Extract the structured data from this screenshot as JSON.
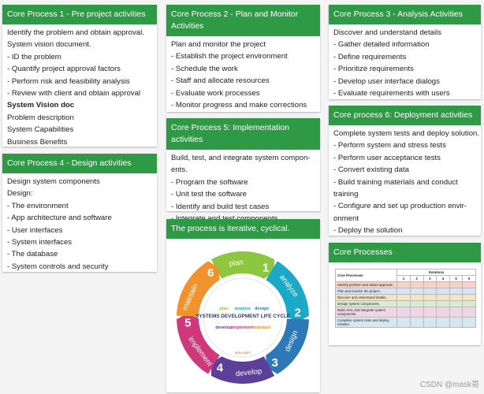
{
  "cards": {
    "c1": {
      "title": "Core Process 1 - Pre project activities",
      "lines": [
        "Identify the problem and obtain approval.",
        "System vision document.",
        "- ID the problem",
        "- Quantify project approval factors",
        "- Perform risk and feasibility analysis",
        "- Review with client and obtain approval",
        "System Vision doc",
        "Problem description",
        "System Capabilities",
        "Business Benefits"
      ]
    },
    "c2": {
      "title1": "Core Process 2 - Plan and Monitor",
      "title2": "Activities",
      "lines": [
        "Plan and monitor the project",
        "- Establish the project environment",
        "- Schedule the work",
        "- Staff and allocate resources",
        "- Evaluate work processes",
        "- Monitor progress and make corrections"
      ]
    },
    "c3": {
      "title": "Core Process 3 - Analysis Activities",
      "lines": [
        "Discover and understand details",
        "- Gather detailed information",
        "- Define requirements",
        "- Prioritize requirements",
        "- Develop user interface dialogs",
        "- Evaluate requirements with users"
      ]
    },
    "c4": {
      "title": "Core Process 4 - Design activities",
      "lines": [
        "Design system components",
        "Design:",
        "- The environment",
        "- App architecture and software",
        "- User interfaces",
        "- System interfaces",
        "- The database",
        "- System controls and security"
      ]
    },
    "c5": {
      "title": "Core Process 5: Implementation activities",
      "lines": [
        "Build, test, and integrate system compon-",
        "ents.",
        "- Program the software",
        "- Unit test the software",
        "- Identify and build test cases",
        "- Integrate and test components"
      ]
    },
    "c6": {
      "title": "Core process 6: Deployment activities",
      "lines": [
        "Complete system tests and deploy solution.",
        "- Perform system and stress tests",
        "- Perform user acceptance tests",
        "- Convert existing data",
        "- Build training materials and conduct",
        "training",
        "- Configure and set up production envir-",
        "onment",
        "- Deploy the solution"
      ]
    },
    "iter": {
      "title": "The process is iterative, cyclical."
    },
    "cp": {
      "title": "Core Processes"
    }
  },
  "cycle": {
    "center_title": "SYSTEMS DEVELOPMENT LIFE CYCLE",
    "brand": "INTELLISOFT",
    "segments": [
      {
        "num": "1",
        "label": "plan",
        "color": "#8dc63f"
      },
      {
        "num": "2",
        "label": "analyze",
        "color": "#1aa9c7"
      },
      {
        "num": "3",
        "label": "design",
        "color": "#2d79b8"
      },
      {
        "num": "4",
        "label": "develop",
        "color": "#5b3f98"
      },
      {
        "num": "5",
        "label": "implement",
        "color": "#d1387a"
      },
      {
        "num": "6",
        "label": "maintain",
        "color": "#f0932b"
      }
    ],
    "inner_labels": [
      "plan",
      "analyze",
      "design",
      "develop",
      "implement",
      "maintain"
    ]
  },
  "table": {
    "col1": "Core Processes",
    "col2": "Iterations",
    "iter_nums": [
      "1",
      "2",
      "3",
      "4",
      "5",
      "6"
    ],
    "rows": [
      "Identify problem and obtain approval.",
      "Plan and monitor the project.",
      "Discover and understand details.",
      "Design system components.",
      "Build, test, and integrate system components.",
      "Complete system tests and deploy solution."
    ],
    "row_colors": [
      "#f6d3c8",
      "#d8e3f3",
      "#f5e3c8",
      "#d9ecd2",
      "#efd6e6",
      "#d6e7f1"
    ]
  },
  "watermark": "CSDN @mask哥"
}
